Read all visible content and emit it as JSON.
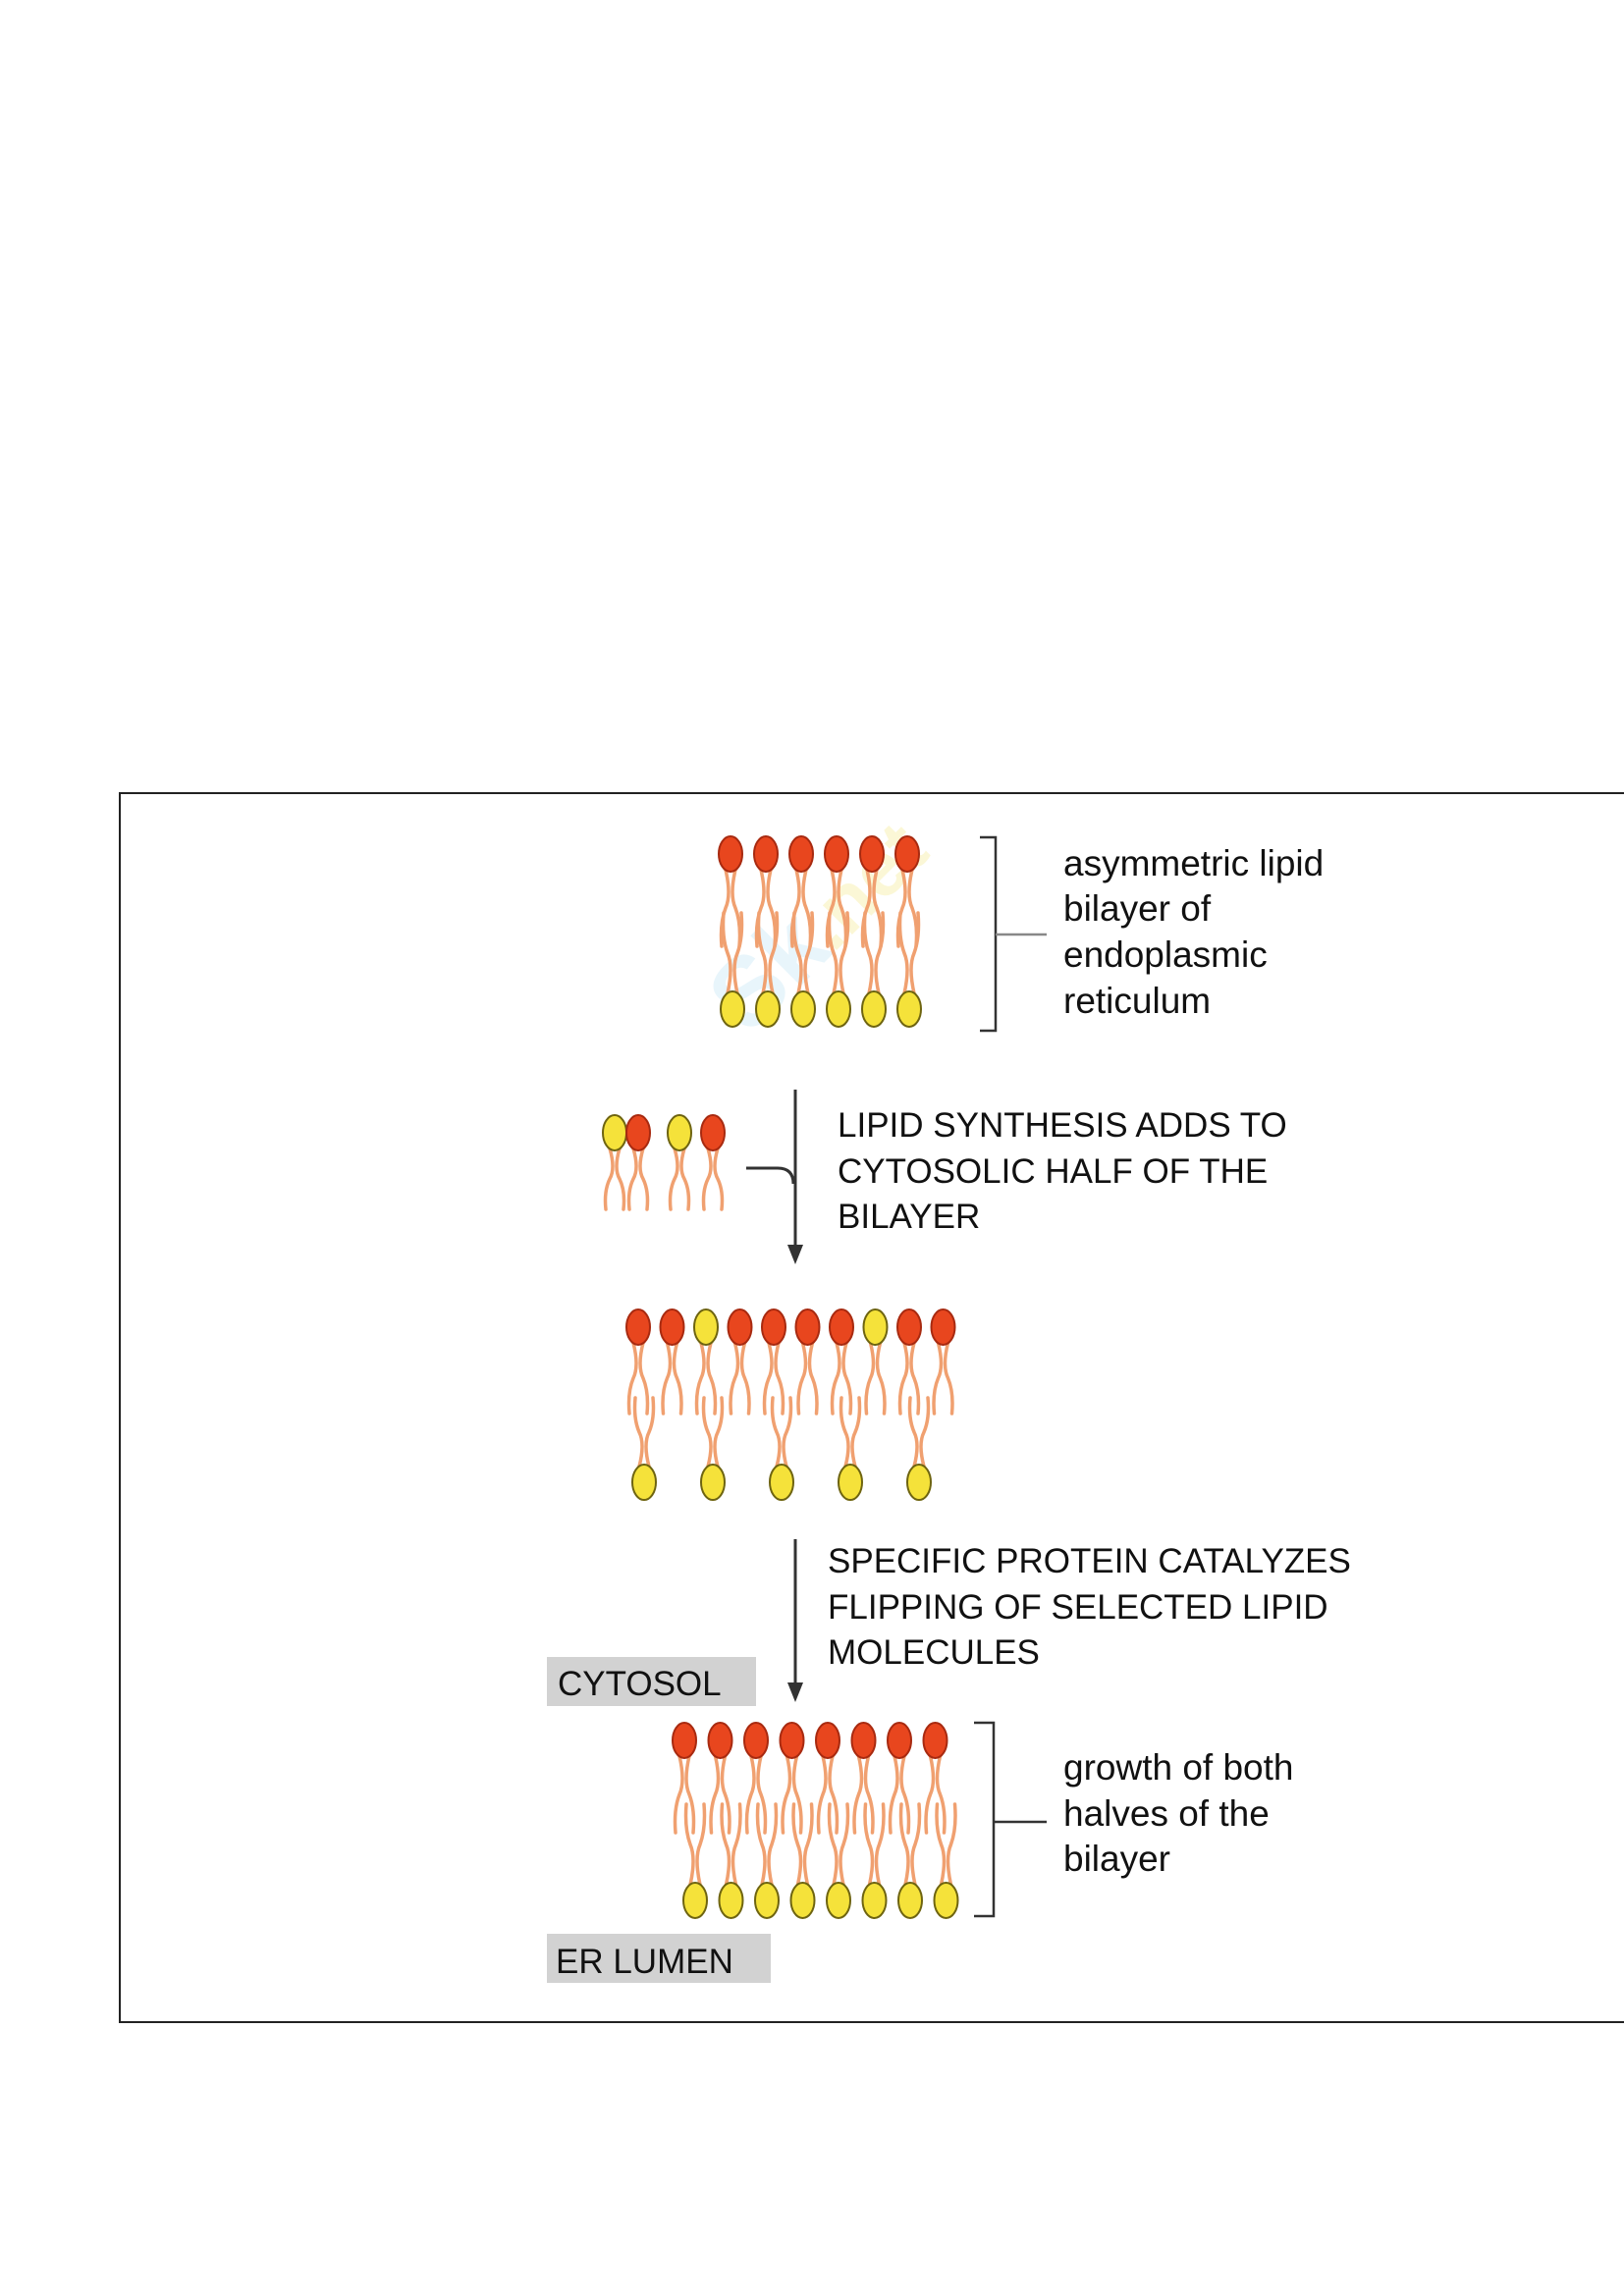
{
  "labels": {
    "asymmetric": [
      "asymmetric lipid",
      "bilayer of",
      "endoplasmic",
      "reticulum"
    ],
    "synthesis": [
      "LIPID SYNTHESIS ADDS TO",
      "CYTOSOLIC HALF OF THE",
      "BILAYER"
    ],
    "flipping": [
      "SPECIFIC PROTEIN CATALYZES",
      "FLIPPING OF SELECTED LIPID",
      "MOLECULES"
    ],
    "growth": [
      "growth of both",
      "halves of the",
      "bilayer"
    ],
    "cytosol": "CYTOSOL",
    "er_lumen": "ER LUMEN"
  },
  "watermark": "Skuola.net",
  "colors": {
    "red_head": "#e8461e",
    "red_head_dark": "#a82a10",
    "yellow_head": "#f5e23a",
    "yellow_head_dark": "#6e6410",
    "tail": "#f0a070",
    "label_box": "#d2d2d2",
    "frame": "#222222"
  },
  "bilayers": {
    "initial": {
      "top": [
        "red",
        "red",
        "red",
        "red",
        "red",
        "red"
      ],
      "bottom_count": 6
    },
    "new_lipids": [
      "yellow",
      "red",
      "yellow",
      "red"
    ],
    "after_synthesis": {
      "top": [
        "red",
        "red",
        "yellow",
        "red",
        "red",
        "red",
        "red",
        "yellow",
        "red",
        "red"
      ],
      "bottom_count": 5
    },
    "final": {
      "top": [
        "red",
        "red",
        "red",
        "red",
        "red",
        "red",
        "red",
        "red"
      ],
      "bottom_count": 8
    }
  }
}
